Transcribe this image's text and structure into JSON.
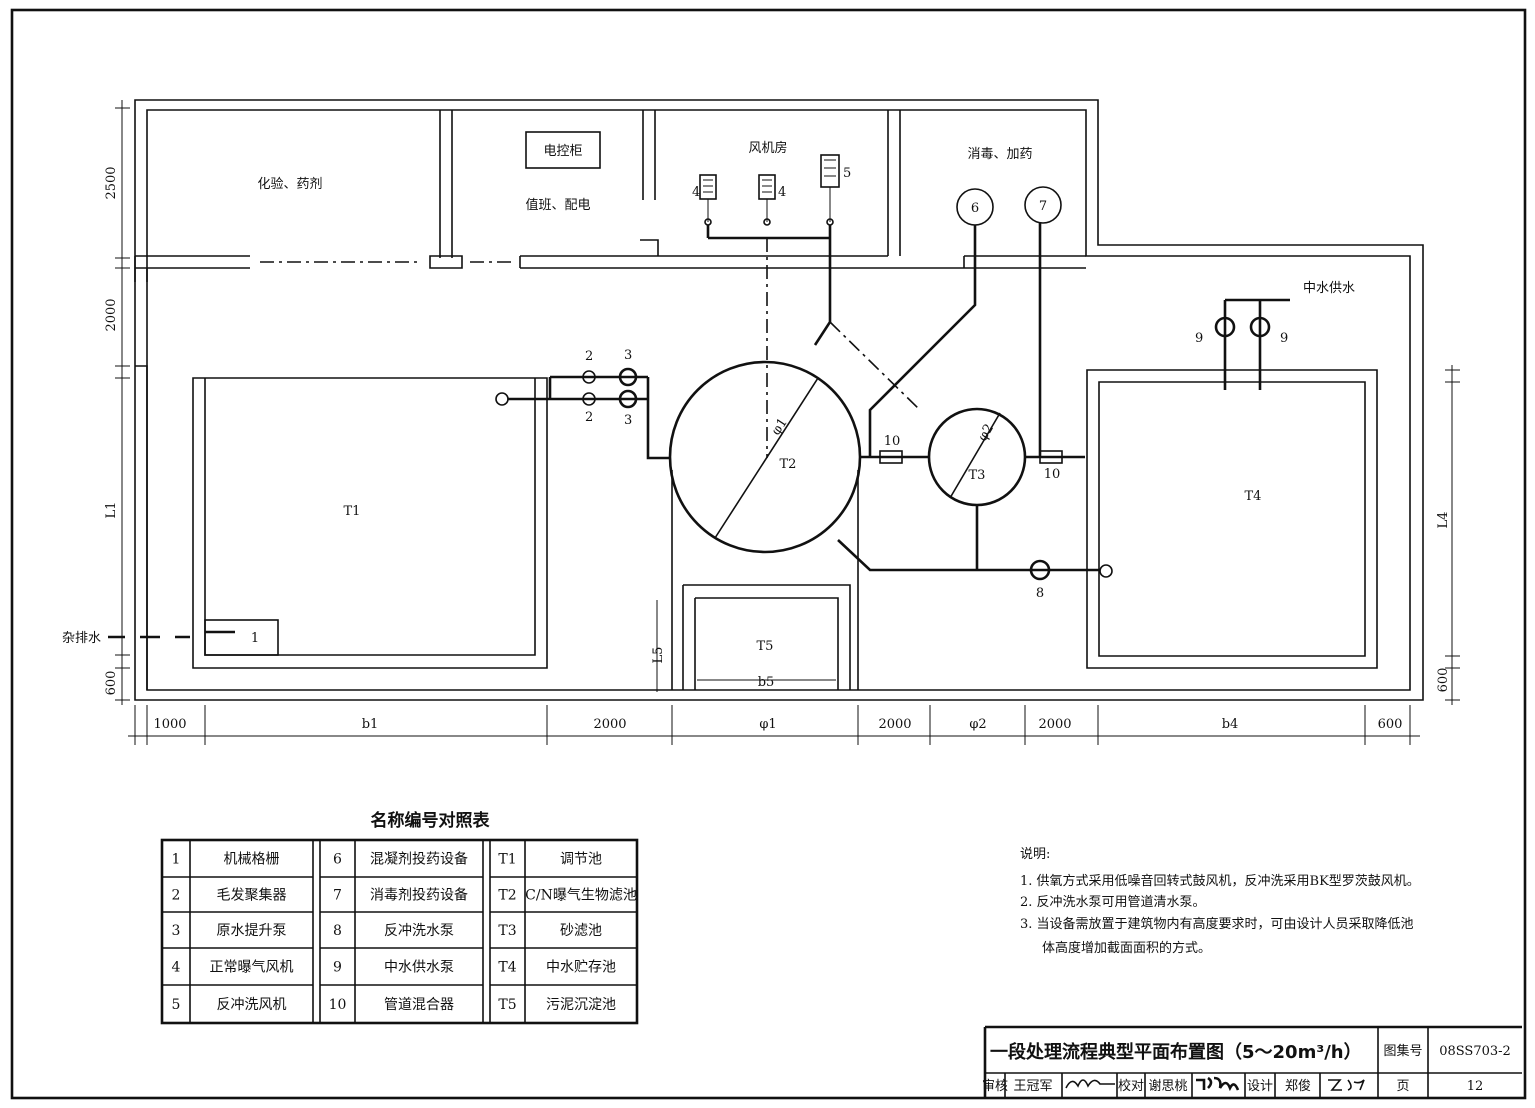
{
  "rooms": {
    "lab": "化验、药剂",
    "control_cabinet": "电控柜",
    "duty": "值班、配电",
    "blower_room": "风机房",
    "disinfect": "消毒、加药"
  },
  "tanks": {
    "t1": "T1",
    "t2": "T2",
    "t3": "T3",
    "t4": "T4",
    "t5": "T5"
  },
  "labels": {
    "phi1": "φ1",
    "phi2": "φ2",
    "reclaimed_supply": "中水供水",
    "drain": "杂排水",
    "eq1": "1",
    "eq2": "2",
    "eq3": "3",
    "eq4": "4",
    "eq5": "5",
    "eq6": "6",
    "eq7": "7",
    "eq8": "8",
    "eq9": "9",
    "eq10": "10",
    "l5": "L5",
    "b5": "b5"
  },
  "dimensions": {
    "bottom": [
      "1000",
      "b1",
      "2000",
      "φ1",
      "2000",
      "φ2",
      "2000",
      "b4",
      "600"
    ],
    "left": [
      "2500",
      "2000",
      "L1",
      "600"
    ],
    "right": [
      "L4",
      "600"
    ]
  },
  "legend_table": {
    "title": "名称编号对照表",
    "rows": [
      [
        {
          "no": "1",
          "name": "机械格栅"
        },
        {
          "no": "6",
          "name": "混凝剂投药设备"
        },
        {
          "no": "T1",
          "name": "调节池"
        }
      ],
      [
        {
          "no": "2",
          "name": "毛发聚集器"
        },
        {
          "no": "7",
          "name": "消毒剂投药设备"
        },
        {
          "no": "T2",
          "name": "C/N曝气生物滤池"
        }
      ],
      [
        {
          "no": "3",
          "name": "原水提升泵"
        },
        {
          "no": "8",
          "name": "反冲洗水泵"
        },
        {
          "no": "T3",
          "name": "砂滤池"
        }
      ],
      [
        {
          "no": "4",
          "name": "正常曝气风机"
        },
        {
          "no": "9",
          "name": "中水供水泵"
        },
        {
          "no": "T4",
          "name": "中水贮存池"
        }
      ],
      [
        {
          "no": "5",
          "name": "反冲洗风机"
        },
        {
          "no": "10",
          "name": "管道混合器"
        },
        {
          "no": "T5",
          "name": "污泥沉淀池"
        }
      ]
    ]
  },
  "notes": {
    "heading": "说明:",
    "items": [
      "1. 供氧方式采用低噪音回转式鼓风机，反冲洗采用BK型罗茨鼓风机。",
      "2. 反冲洗水泵可用管道清水泵。",
      "3. 当设备需放置于建筑物内有高度要求时，可由设计人员采取降低池",
      "体高度增加截面面积的方式。"
    ]
  },
  "title_block": {
    "title": "一段处理流程典型平面布置图（5～20m³/h）",
    "atlas_label": "图集号",
    "atlas_no": "08SS703-2",
    "review_label": "审核",
    "reviewer": "王冠军",
    "check_label": "校对",
    "checker": "谢思桃",
    "design_label": "设计",
    "designer": "郑俊",
    "page_label": "页",
    "page_no": "12",
    "signatures": [
      "王冠军",
      "谢思桃",
      "郑俊"
    ]
  }
}
